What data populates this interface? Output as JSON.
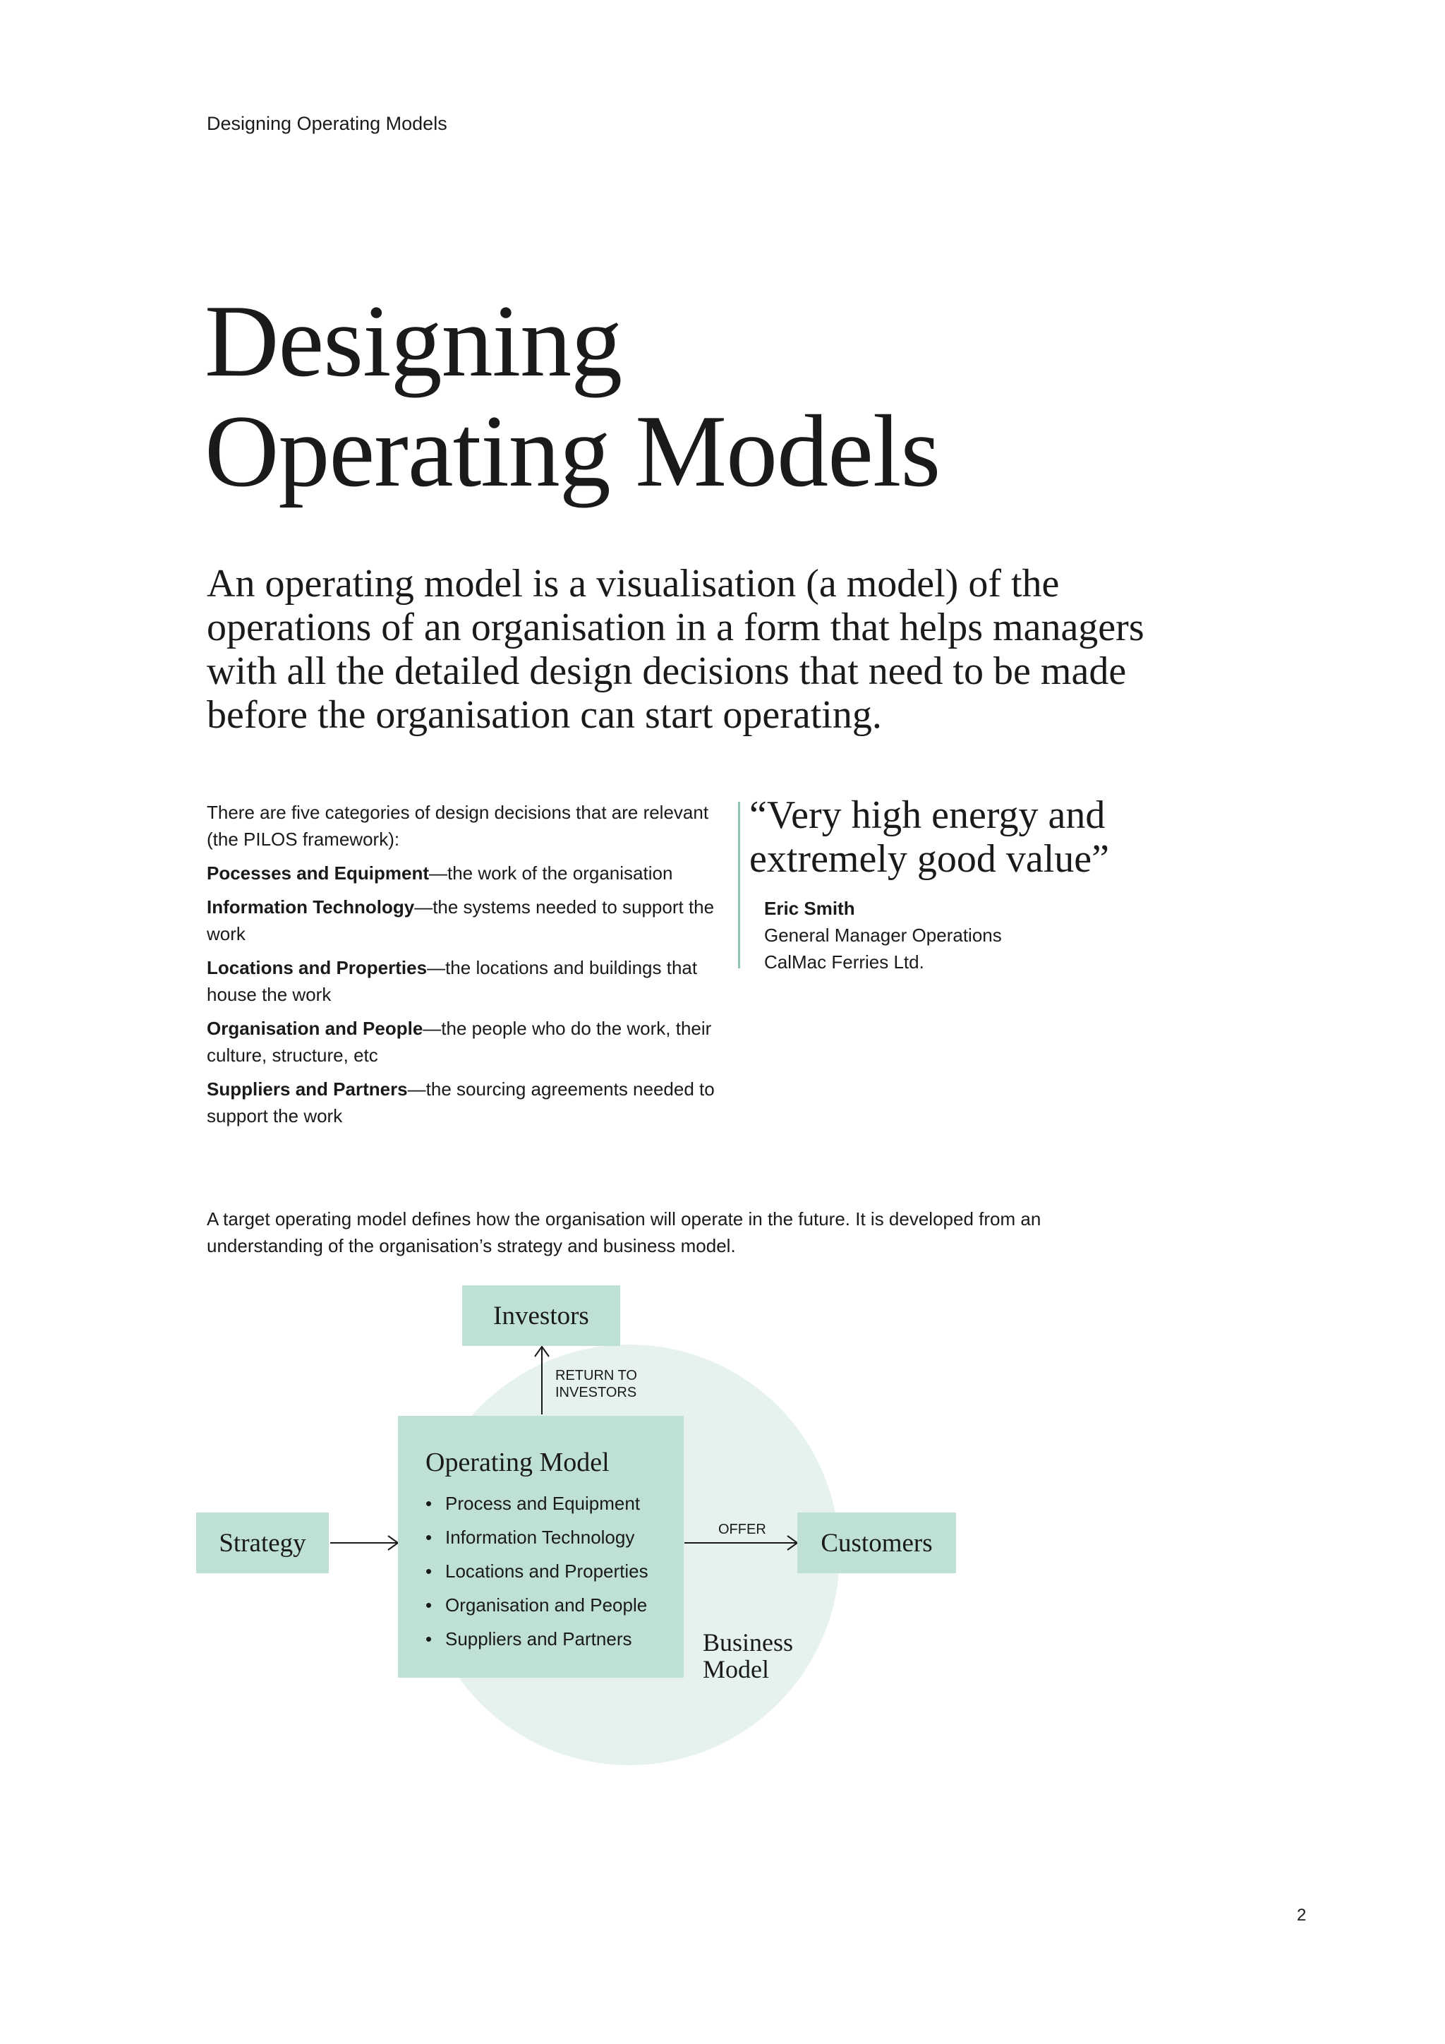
{
  "header": {
    "running_title": "Designing Operating Models"
  },
  "title": {
    "line1": "Designing",
    "line2": "Operating Models"
  },
  "lead": "An operating model is a visualisation (a model) of the operations of an organisation in a form that helps managers with all the detailed design decisions that need to be made before the organisation can start operating.",
  "pilos": {
    "intro": "There are five categories of design decisions that are relevant (the PILOS framework):",
    "items": [
      {
        "term": "Pocesses and Equipment",
        "desc": "—the work of the organisation"
      },
      {
        "term": "Information Technology",
        "desc": "—the systems needed to support the work"
      },
      {
        "term": "Locations and Properties",
        "desc": "—the locations and buildings that house the work"
      },
      {
        "term": "Organisation and People",
        "desc": "—the people who do the work, their culture, structure, etc"
      },
      {
        "term": "Suppliers and Partners",
        "desc": "—the sourcing agreements needed to support the work"
      }
    ]
  },
  "quote": {
    "text": "“Very high energy and extremely good value”",
    "name": "Eric Smith",
    "role": "General Manager Operations",
    "org": "CalMac Ferries Ltd."
  },
  "tom_text": "A target operating model defines how the organisation will operate in the future. It is developed from an understanding of the organisation’s strategy and business model.",
  "diagram": {
    "investors": "Investors",
    "return_label_1": "RETURN TO",
    "return_label_2": "INVESTORS",
    "strategy": "Strategy",
    "customers": "Customers",
    "offer_label": "OFFER",
    "operating_model": {
      "title": "Operating Model",
      "items": [
        "Process and Equipment",
        "Information Technology",
        "Locations and Properties",
        "Organisation and People",
        "Suppliers and Partners"
      ]
    },
    "business_model_1": "Business",
    "business_model_2": "Model",
    "colors": {
      "box": "#bfe1d5",
      "circle": "#e6f2ed",
      "rule": "#8fc5b2"
    }
  },
  "page_number": "2"
}
